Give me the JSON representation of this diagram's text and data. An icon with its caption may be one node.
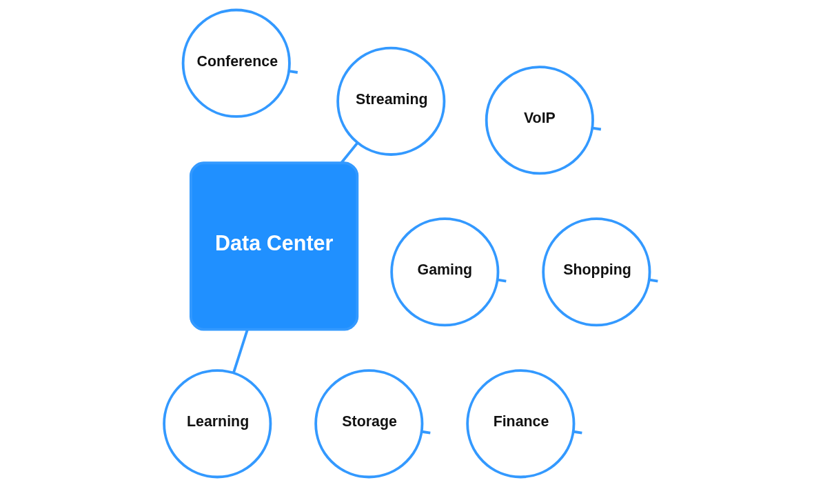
{
  "diagram": {
    "nodes": [
      {
        "text": [
          "Data Center"
        ]
      },
      {
        "text": [
          "Streaming"
        ]
      },
      {
        "text": [
          "Gaming"
        ]
      },
      {
        "text": [
          "Conference"
        ]
      },
      {
        "text": [
          "VoIP"
        ]
      },
      {
        "text": [
          "Storage"
        ]
      },
      {
        "text": [
          "Finance"
        ]
      },
      {
        "text": [
          "Shopping"
        ]
      },
      {
        "text": [
          "Learning"
        ]
      }
    ],
    "edges": [
      {
        "from": 1,
        "to": 0,
        "arrow": "none"
      },
      {
        "from": 2,
        "to": null,
        "arrow": "none"
      },
      {
        "from": 3,
        "to": null,
        "arrow": "none"
      },
      {
        "from": 4,
        "to": null,
        "arrow": "none"
      },
      {
        "from": 5,
        "to": null,
        "arrow": "none"
      },
      {
        "from": 6,
        "to": null,
        "arrow": "none"
      },
      {
        "from": 7,
        "to": null,
        "arrow": "none"
      },
      {
        "from": 0,
        "to": 8,
        "arrow": "none"
      }
    ]
  }
}
